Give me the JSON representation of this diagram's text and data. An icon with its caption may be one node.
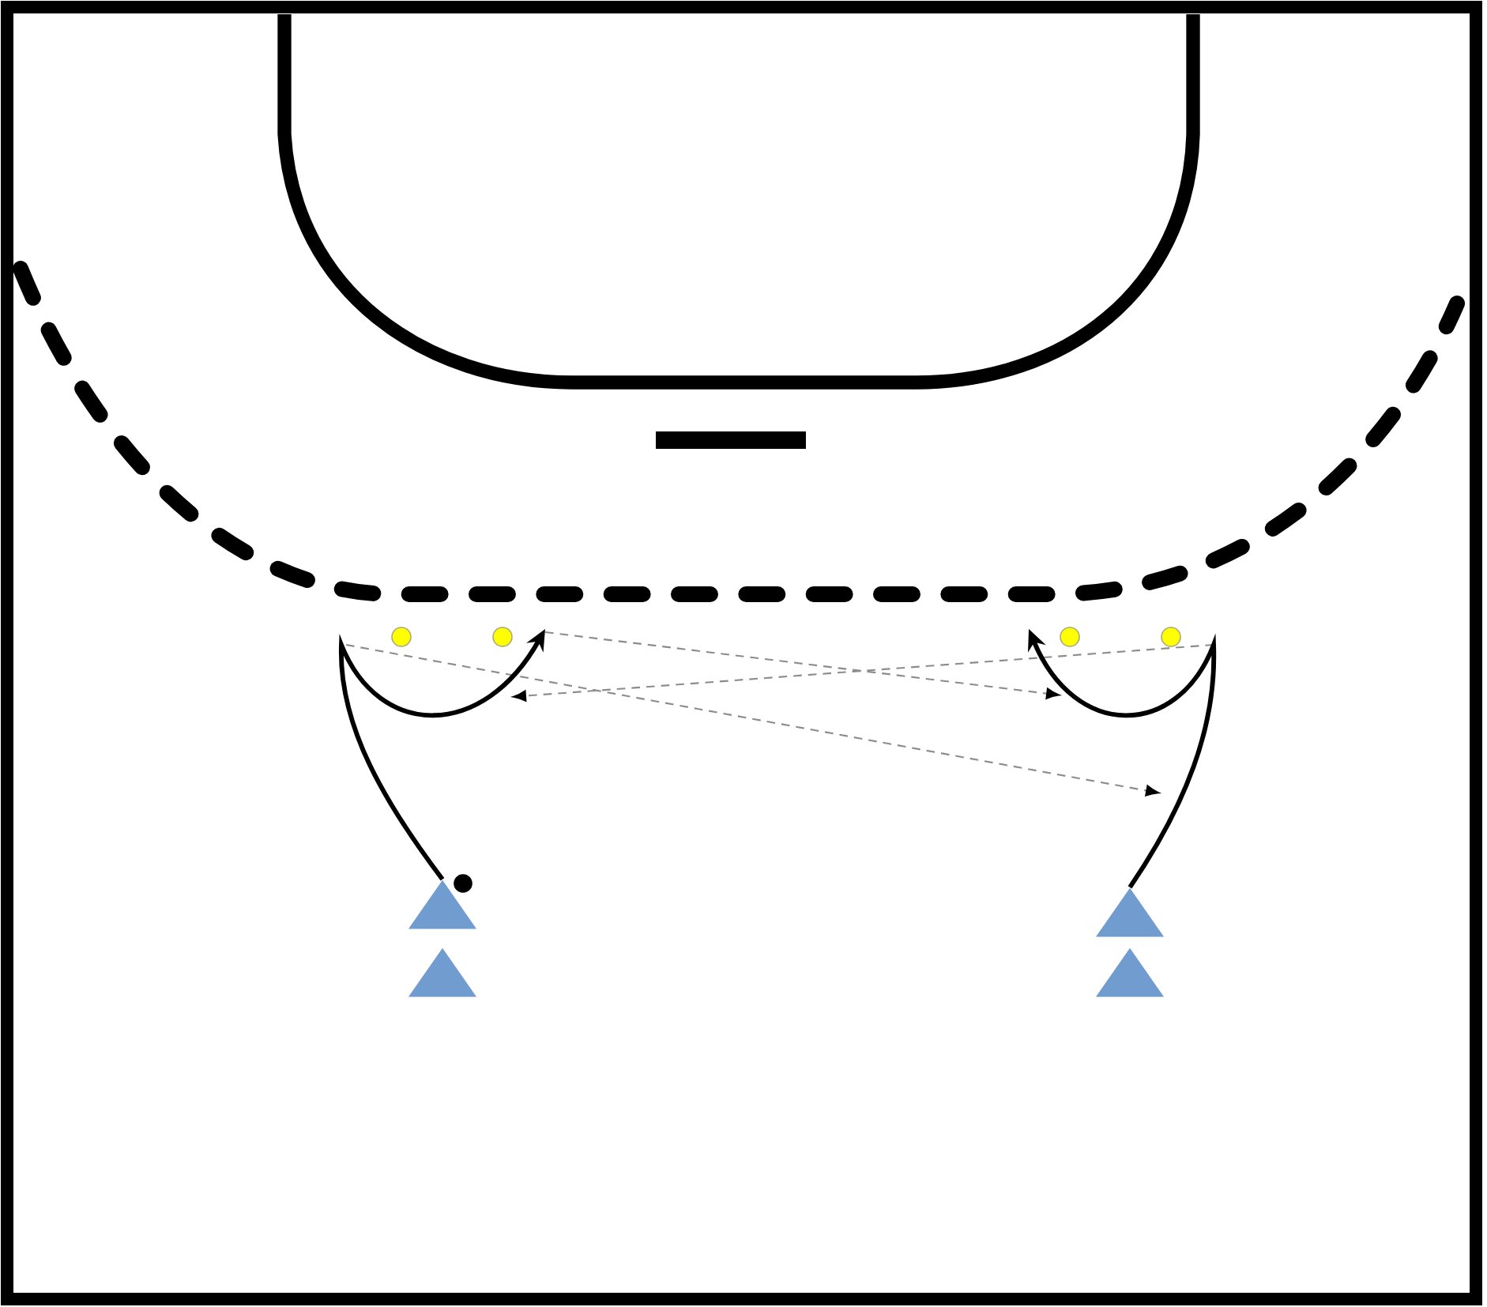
{
  "diagram": {
    "nodes": [
      {
        "text": [],
        "shape": "circle"
      },
      {
        "text": [],
        "shape": "circle"
      },
      {
        "text": [],
        "shape": "circle"
      },
      {
        "text": [],
        "shape": "circle"
      },
      {
        "text": [],
        "shape": "triangle"
      },
      {
        "text": [],
        "shape": "circle"
      },
      {
        "text": [],
        "shape": "triangle"
      },
      {
        "text": [],
        "shape": "triangle"
      },
      {
        "text": [],
        "shape": "triangle"
      }
    ],
    "edges": [
      {
        "from": 4,
        "to": null,
        "arrow": "to"
      },
      {
        "from": 6,
        "to": null,
        "arrow": "to"
      }
    ]
  }
}
